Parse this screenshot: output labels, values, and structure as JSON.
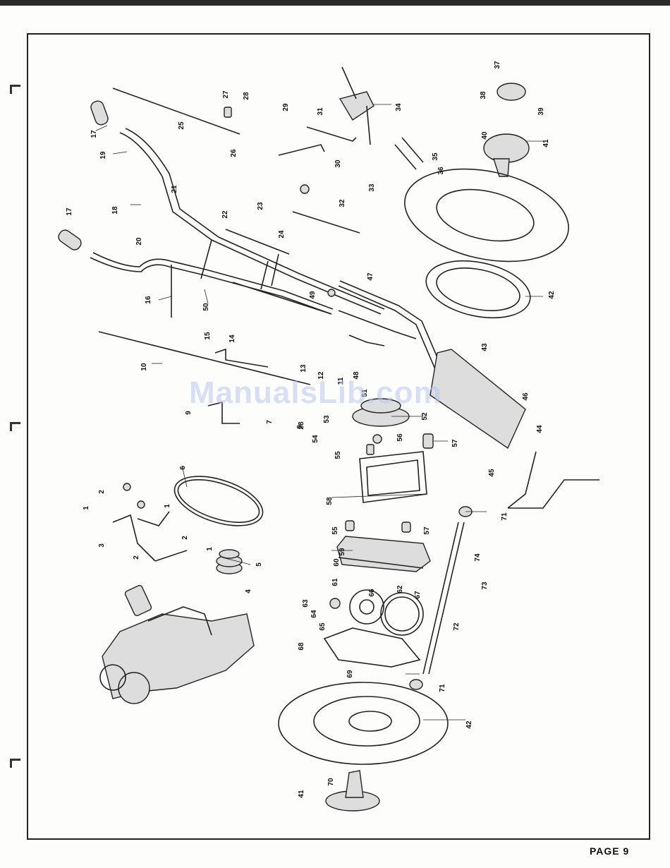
{
  "page": {
    "number": "PAGE 9",
    "watermark": "ManualsLib.com"
  },
  "labels": [
    "1",
    "1",
    "1",
    "2",
    "2",
    "2",
    "3",
    "4",
    "5",
    "6",
    "7",
    "8",
    "9",
    "10",
    "11",
    "12",
    "13",
    "14",
    "15",
    "16",
    "17",
    "17",
    "18",
    "19",
    "20",
    "21",
    "22",
    "23",
    "24",
    "25",
    "26",
    "27",
    "28",
    "28",
    "29",
    "30",
    "31",
    "32",
    "33",
    "34",
    "35",
    "36",
    "37",
    "38",
    "39",
    "40",
    "41",
    "41",
    "42",
    "42",
    "43",
    "44",
    "45",
    "46",
    "47",
    "48",
    "49",
    "50",
    "51",
    "52",
    "53",
    "54",
    "55",
    "55",
    "56",
    "57",
    "57",
    "58",
    "59",
    "60",
    "61",
    "62",
    "63",
    "64",
    "65",
    "66",
    "67",
    "68",
    "69",
    "70",
    "71",
    "71",
    "72",
    "73",
    "74"
  ]
}
